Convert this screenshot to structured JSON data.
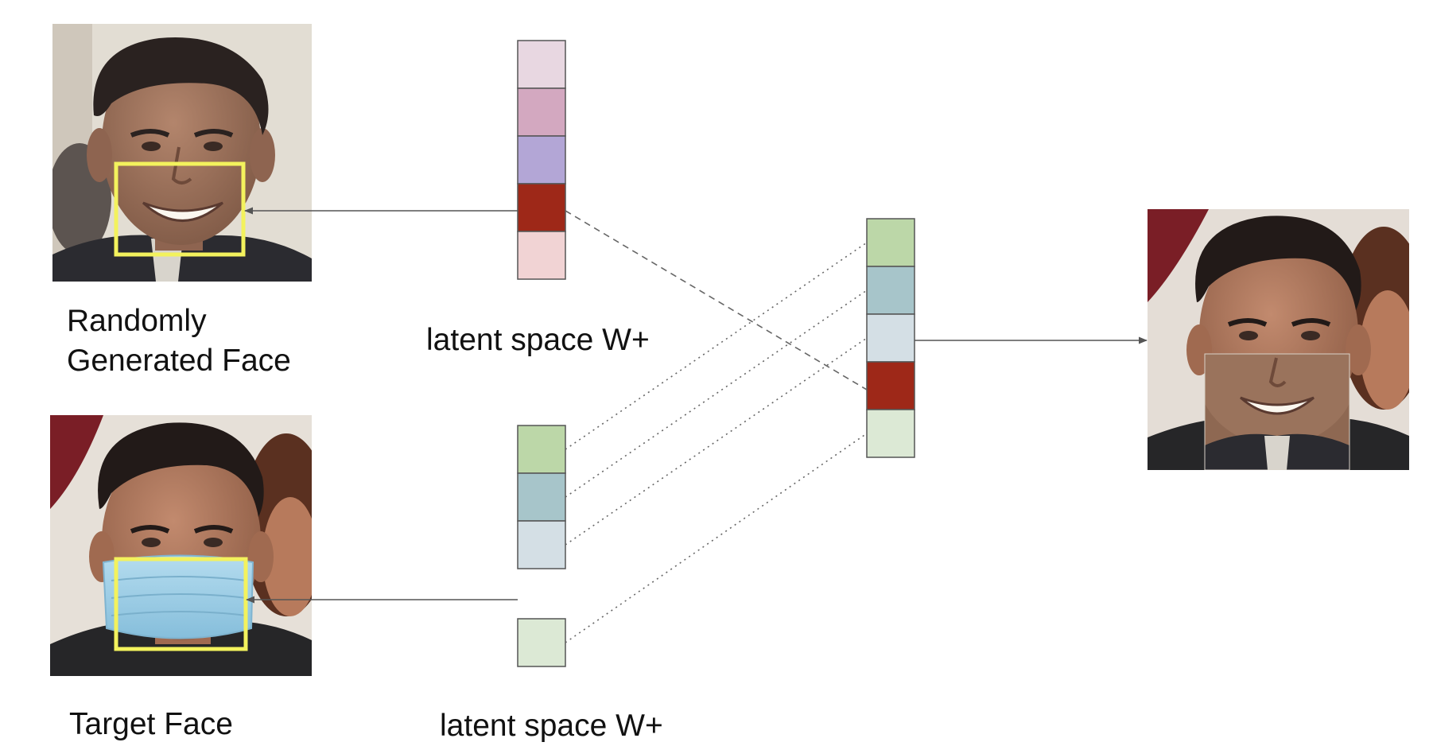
{
  "labels": {
    "random_face_line1": "Randomly",
    "random_face_line2": "Generated Face",
    "target_face": "Target Face",
    "latent_top": "latent space W+",
    "latent_bottom": "latent space W+"
  },
  "latent_vectors": {
    "top_cells": [
      "#e8d7e1",
      "#d3a8c0",
      "#b3a6d6",
      "#9e2818",
      "#f1d3d4"
    ],
    "bottom_cells": [
      "#bcd7a8",
      "#a7c5ca",
      "#d4dfe5"
    ],
    "bottom_extra_cell": "#dce9d5",
    "combined_cells": [
      "#bcd7a8",
      "#a7c5ca",
      "#d4dfe5",
      "#9e2818",
      "#dce9d5"
    ]
  },
  "colors": {
    "box_highlight": "#f3f25d",
    "mask": "#9fd0ea",
    "arrow": "#555555",
    "cell_border": "#555555"
  }
}
